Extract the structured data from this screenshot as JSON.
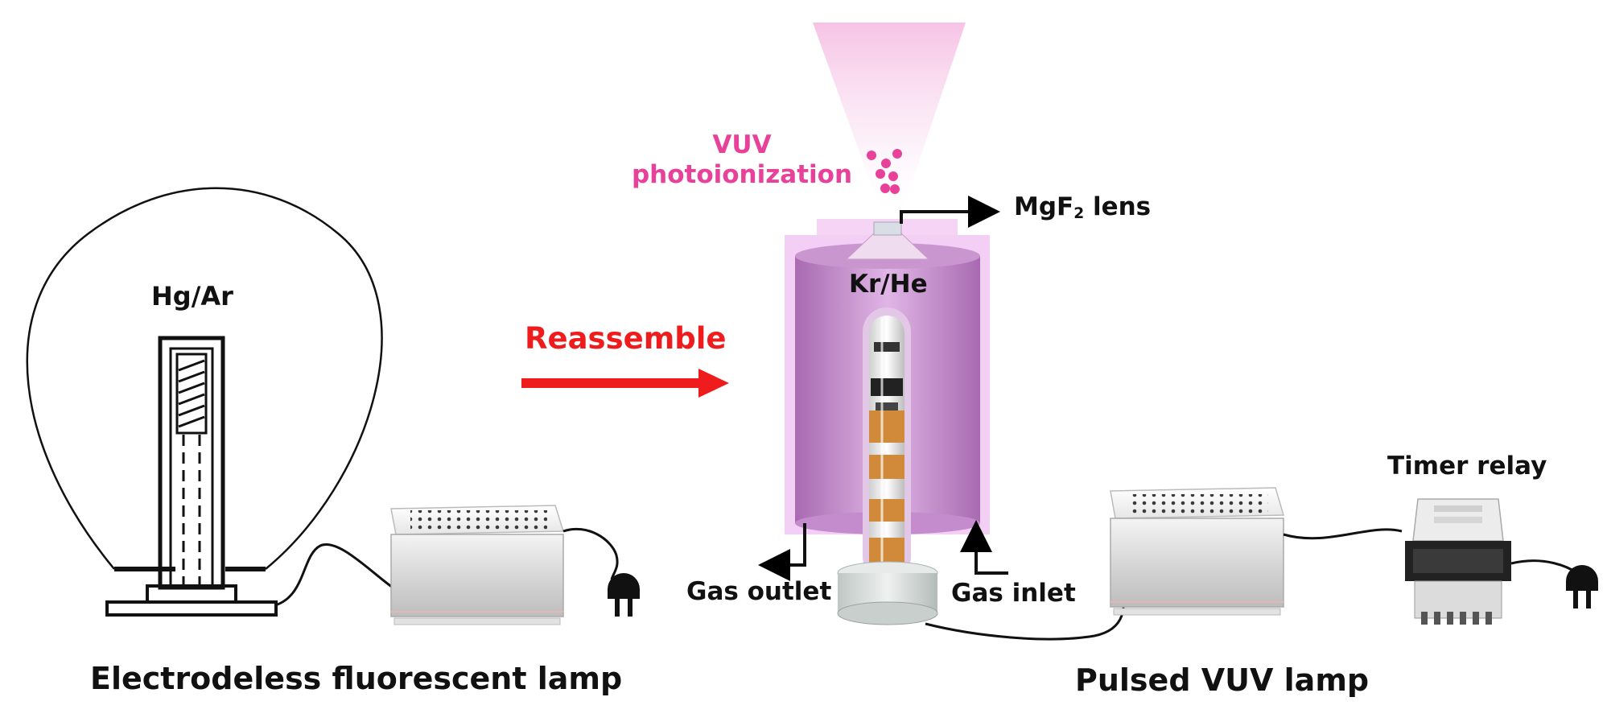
{
  "labels": {
    "hg_ar": "Hg/Ar",
    "reassemble": "Reassemble",
    "vuv_line1": "VUV",
    "vuv_line2": "photoionization",
    "mgf_main": "MgF",
    "mgf_sub": "2",
    "mgf_rest": " lens",
    "kr_he": "Kr/He",
    "gas_outlet": "Gas outlet",
    "gas_inlet": "Gas inlet",
    "timer_relay": "Timer relay",
    "electrodeless_lamp": "Electrodeless fluorescent lamp",
    "pulsed_lamp": "Pulsed VUV lamp"
  },
  "colors": {
    "vuv_pink": "#e8419a",
    "arrow_red": "#ee1c1c",
    "chamber_purple": "#b27ab8",
    "chamber_glow": "#f1c6f3",
    "copper": "#d18a3a"
  },
  "icons": {
    "plug_left": "power-plug-icon",
    "plug_right": "power-plug-icon"
  }
}
